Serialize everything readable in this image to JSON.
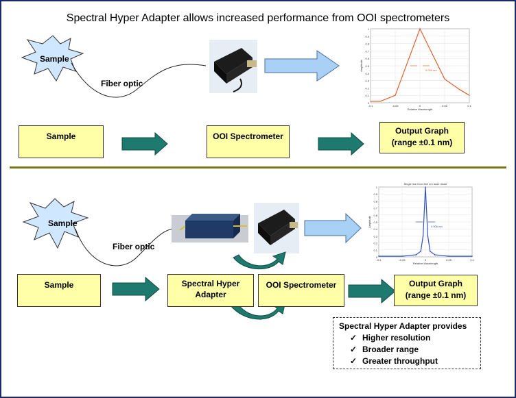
{
  "title": "Spectral Hyper Adapter allows increased performance from OOI spectrometers",
  "top": {
    "star_label": "Sample",
    "fiber_label": "Fiber optic",
    "boxes": {
      "sample": "Sample",
      "spectrometer": "OOI Spectrometer",
      "output_line1": "Output Graph",
      "output_line2": "(range ±0.1 nm)"
    }
  },
  "bottom": {
    "star_label": "Sample",
    "fiber_label": "Fiber optic",
    "boxes": {
      "sample": "Sample",
      "adapter_line1": "Spectral Hyper",
      "adapter_line2": "Adapter",
      "spectrometer": "OOI Spectrometer",
      "output_line1": "Output Graph",
      "output_line2": "(range ±0.1 nm)"
    }
  },
  "note": {
    "heading": "Spectral Hyper Adapter provides",
    "items": [
      "Higher resolution",
      "Broader range",
      "Greater throughput"
    ],
    "check": "✓"
  },
  "colors": {
    "box_fill": "#ffffa8",
    "arrow_teal": "#1e7a6e",
    "arrow_light_blue": "#a9d0f5",
    "divider": "#7a7a10",
    "star_fill": "#cfe8ff",
    "top_plot_line": "#e06030",
    "bottom_plot_line": "#3050c0"
  },
  "chart_data": [
    {
      "type": "line",
      "title": "",
      "xlabel": "Relative Wavelength",
      "ylabel": "Amplitude",
      "x": [
        -0.1,
        -0.08,
        -0.05,
        0,
        0.05,
        0.08,
        0.1
      ],
      "series": [
        {
          "values": [
            0.02,
            0.02,
            0.1,
            1.0,
            0.32,
            0.18,
            0.1
          ]
        }
      ],
      "xlim": [
        -0.1,
        0.1
      ],
      "ylim": [
        0,
        1
      ],
      "xticks": [
        "-0.1",
        "-0.05",
        "0",
        "0.05",
        "0.1"
      ],
      "yticks": [
        "0",
        "0.1",
        "0.2",
        "0.3",
        "0.4",
        "0.5",
        "0.6",
        "0.7",
        "0.8",
        "0.9",
        "1"
      ],
      "annotation": "0.050 nm",
      "grid": true
    },
    {
      "type": "line",
      "title": "Single line from 840 nm laser diode",
      "xlabel": "Relative Wavelength",
      "ylabel": "Amplitude",
      "x": [
        -0.1,
        -0.05,
        -0.02,
        -0.01,
        -0.005,
        0,
        0.005,
        0.01,
        0.02,
        0.05,
        0.1
      ],
      "series": [
        {
          "values": [
            0.01,
            0.01,
            0.03,
            0.08,
            0.3,
            1.0,
            0.3,
            0.08,
            0.03,
            0.01,
            0.01
          ]
        }
      ],
      "xlim": [
        -0.1,
        0.1
      ],
      "ylim": [
        0,
        1
      ],
      "xticks": [
        "-0.1",
        "-0.05",
        "0",
        "0.05",
        "0.1"
      ],
      "yticks": [
        "0",
        "0.1",
        "0.2",
        "0.3",
        "0.4",
        "0.5",
        "0.6",
        "0.7",
        "0.8",
        "0.9",
        "1"
      ],
      "annotation": "0.006 nm",
      "grid": true
    }
  ]
}
